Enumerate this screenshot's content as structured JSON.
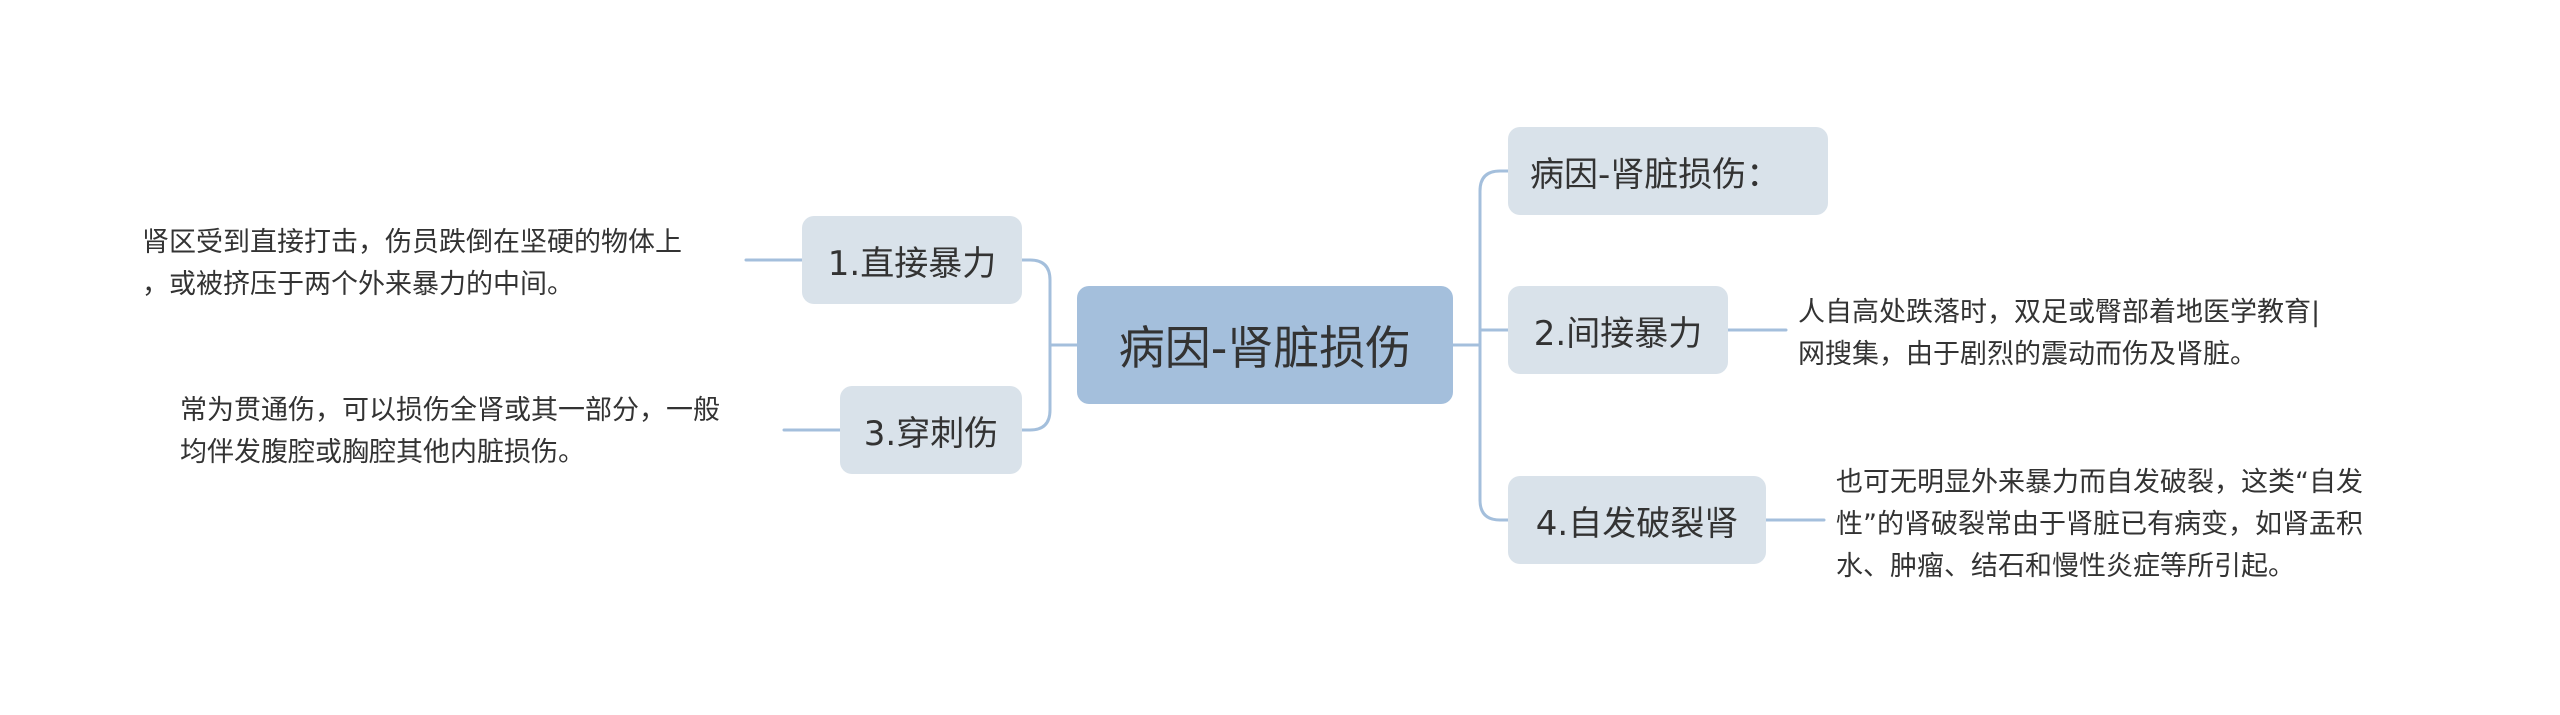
{
  "root": {
    "label": "病因-肾脏损伤"
  },
  "right_branches": [
    {
      "label": "病因-肾脏损伤：",
      "note": ""
    },
    {
      "label": "2.间接暴力",
      "note": "人自高处跌落时，双足或臀部着地医学教育|\n网搜集，由于剧烈的震动而伤及肾脏。"
    },
    {
      "label": "4.自发破裂肾",
      "note": "也可无明显外来暴力而自发破裂，这类“自发\n性”的肾破裂常由于肾脏已有病变，如肾盂积\n水、肿瘤、结石和慢性炎症等所引起。"
    }
  ],
  "left_branches": [
    {
      "label": "1.直接暴力",
      "note": "肾区受到直接打击，伤员跌倒在坚硬的物体上\n，或被挤压于两个外来暴力的中间。"
    },
    {
      "label": "3.穿刺伤",
      "note": "常为贯通伤，可以损伤全肾或其一部分，一般\n均伴发腹腔或胸腔其他内脏损伤。"
    }
  ],
  "colors": {
    "root_fill": "#a4bfdc",
    "branch_fill": "#d9e2ea",
    "connector": "#a4bfdc",
    "text": "#333333"
  }
}
